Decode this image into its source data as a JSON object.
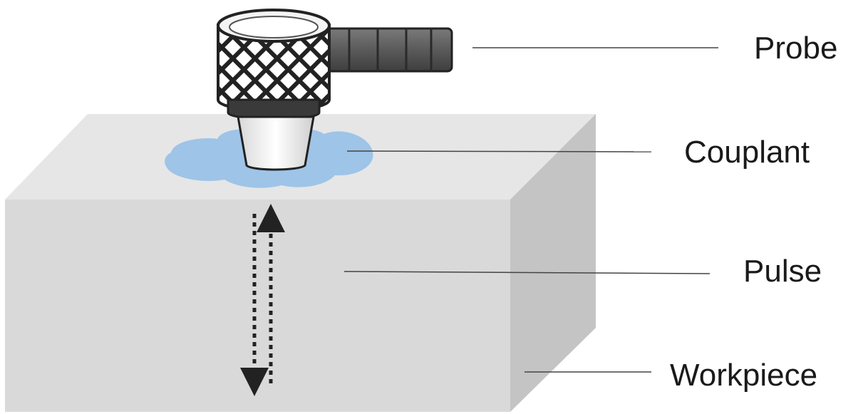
{
  "labels": {
    "probe": "Probe",
    "couplant": "Couplant",
    "pulse": "Pulse",
    "workpiece": "Workpiece"
  },
  "colors": {
    "block_top": "#e6e6e6",
    "block_front": "#d9d9d9",
    "block_side": "#c4c4c4",
    "couplant": "#9ec4e8",
    "probe_body": "#5f5f5f",
    "leader_line": "#444444"
  },
  "icons": {
    "probe": "ultrasonic-probe-icon",
    "pulse": "bidirectional-arrow-icon"
  }
}
